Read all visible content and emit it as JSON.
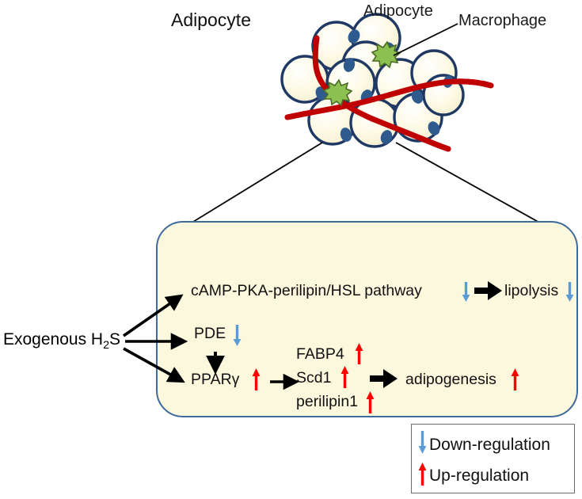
{
  "figure": {
    "type": "biological-pathway-diagram",
    "title_tissue": "Adipocyte",
    "labels": {
      "adipocyte": "Adipocyte",
      "macrophage": "Macrophage"
    }
  },
  "colors": {
    "box_fill": "#fcf8dd",
    "box_border": "#3f6b9b",
    "cell_fill": "#fbf6d8",
    "cell_outline": "#1f3864",
    "nucleus": "#2e5a8e",
    "vessel_red": "#c00000",
    "macrophage_green": "#8cc152",
    "down_arrow": "#5b9bd5",
    "up_arrow": "#ff0000",
    "connector": "#000000",
    "legend_border": "#6b6b6b"
  },
  "stimulus": {
    "label_html": "Exogenous H<sub>2</sub>S",
    "label_text": "Exogenous H2S",
    "targets": [
      "cAMP-PKA-perilipin/HSL pathway",
      "PDE",
      "PPARγ"
    ]
  },
  "box": {
    "title": "Adipocyte",
    "rows": [
      {
        "id": "lipolysis-row",
        "source": "cAMP-PKA-perilipin/HSL pathway",
        "source_regulation": "down",
        "effect": "lipolysis",
        "effect_regulation": "down"
      },
      {
        "id": "pde-row",
        "source": "PDE",
        "source_regulation": "down"
      },
      {
        "id": "ppar-row",
        "source": "PPARγ",
        "source_regulation": "up"
      }
    ],
    "targets": [
      {
        "label": "FABP4",
        "regulation": "up"
      },
      {
        "label": "Scd1",
        "regulation": "up"
      },
      {
        "label": "perilipin1",
        "regulation": "up"
      }
    ],
    "outcome": {
      "label": "adipogenesis",
      "regulation": "up"
    }
  },
  "legend": {
    "items": [
      {
        "arrow": "down-arrow-icon",
        "label": "Down-regulation",
        "color": "#5b9bd5"
      },
      {
        "arrow": "up-arrow-icon",
        "label": "Up-regulation",
        "color": "#ff0000"
      }
    ]
  },
  "tissue_scene": {
    "description": "Cluster of adipocytes with blood vessels and macrophages",
    "adipocyte_count": 11,
    "macrophage_count": 2,
    "vessel_count": 3
  }
}
